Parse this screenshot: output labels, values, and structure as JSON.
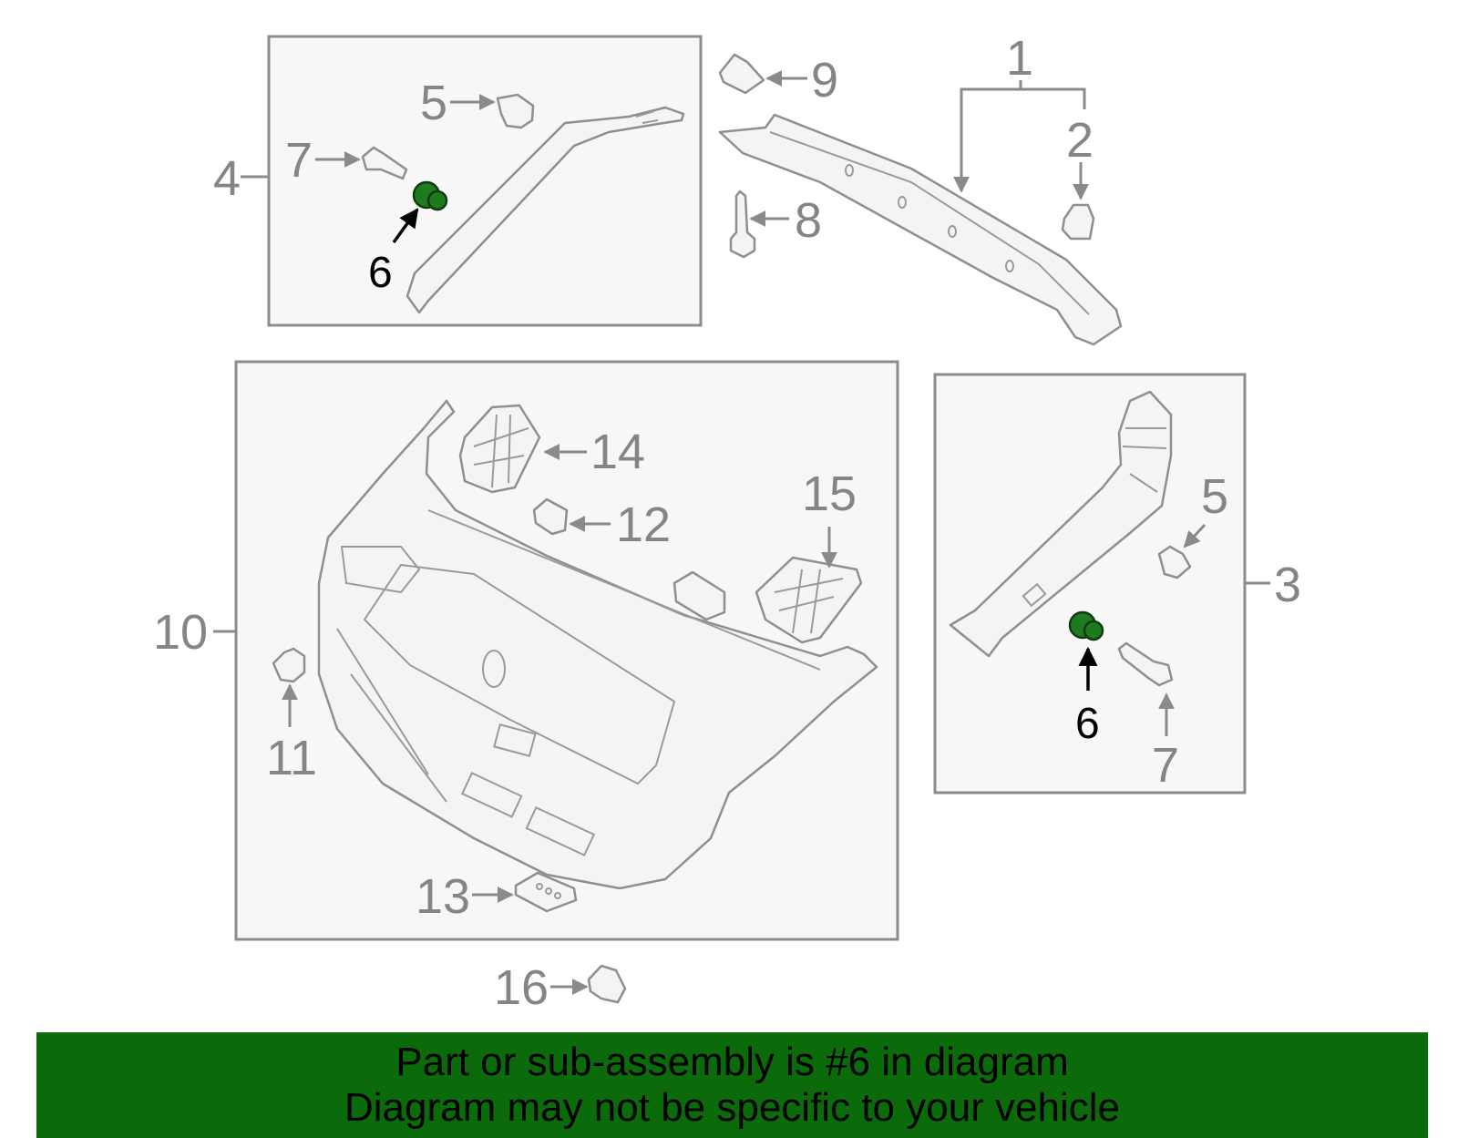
{
  "callouts": {
    "c1": "1",
    "c2": "2",
    "c3": "3",
    "c4": "4",
    "c5a": "5",
    "c5b": "5",
    "c6a": "6",
    "c6b": "6",
    "c7a": "7",
    "c7b": "7",
    "c8": "8",
    "c9": "9",
    "c10": "10",
    "c11": "11",
    "c12": "12",
    "c13": "13",
    "c14": "14",
    "c15": "15",
    "c16": "16"
  },
  "banner": {
    "line1": "Part or sub-assembly is #6 in diagram",
    "line2": "Diagram may not be specific to your vehicle"
  },
  "colors": {
    "highlight": "#1f7a1f",
    "banner": "#0b6b0b"
  }
}
